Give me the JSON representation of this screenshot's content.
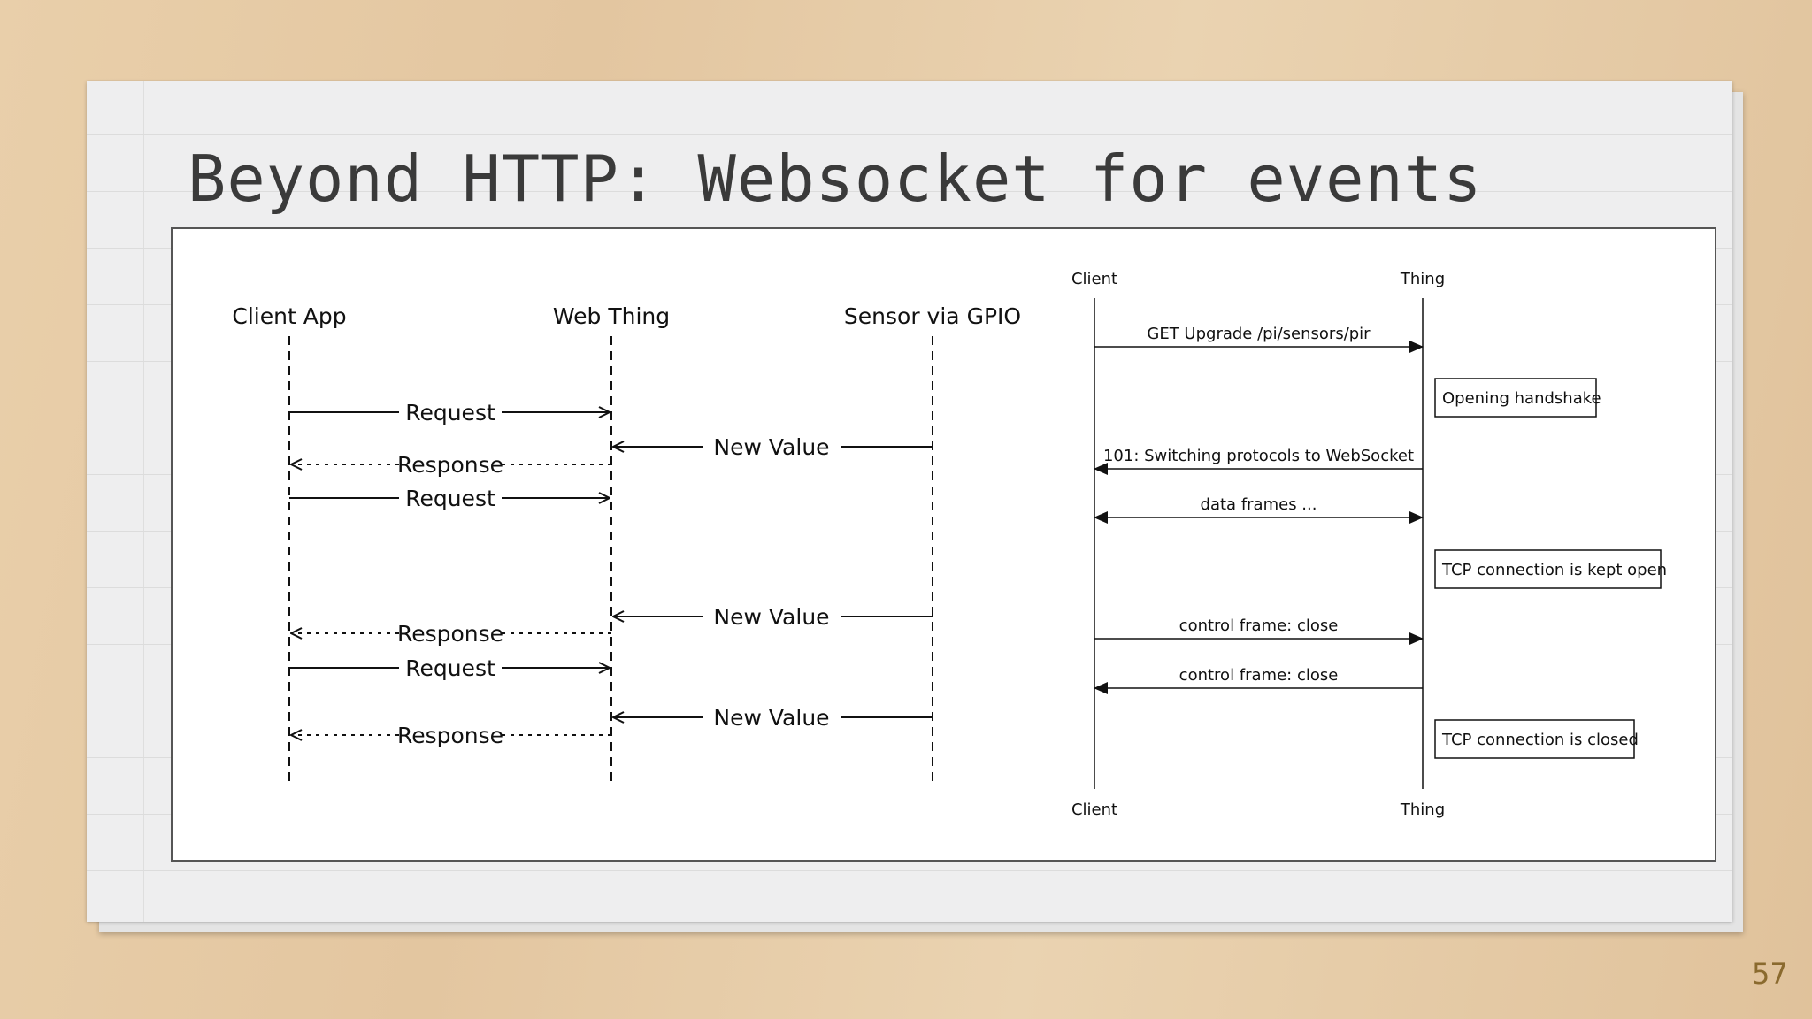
{
  "slide": {
    "title": "Beyond HTTP: Websocket for events",
    "page_number": "57"
  },
  "left_diagram": {
    "participants": [
      "Client App",
      "Web Thing",
      "Sensor via GPIO"
    ],
    "messages": [
      {
        "label": "Request",
        "from": 0,
        "to": 1,
        "style": "solid"
      },
      {
        "label": "New Value",
        "from": 2,
        "to": 1,
        "style": "solid"
      },
      {
        "label": "Response",
        "from": 1,
        "to": 0,
        "style": "dotted"
      },
      {
        "label": "Request",
        "from": 0,
        "to": 1,
        "style": "solid"
      },
      {
        "label": "New Value",
        "from": 2,
        "to": 1,
        "style": "solid"
      },
      {
        "label": "Response",
        "from": 1,
        "to": 0,
        "style": "dotted"
      },
      {
        "label": "Request",
        "from": 0,
        "to": 1,
        "style": "solid"
      },
      {
        "label": "New Value",
        "from": 2,
        "to": 1,
        "style": "solid"
      },
      {
        "label": "Response",
        "from": 1,
        "to": 0,
        "style": "dotted"
      }
    ]
  },
  "right_diagram": {
    "participants": [
      "Client",
      "Thing"
    ],
    "messages": [
      {
        "label": "GET Upgrade /pi/sensors/pir",
        "direction": "right"
      },
      {
        "label": "101: Switching protocols to WebSocket",
        "direction": "left"
      },
      {
        "label": "data frames ...",
        "direction": "both"
      },
      {
        "label": "control frame: close",
        "direction": "right"
      },
      {
        "label": "control frame: close",
        "direction": "left"
      }
    ],
    "notes": [
      "Opening handshake",
      "TCP connection is kept open",
      "TCP connection is closed"
    ]
  }
}
